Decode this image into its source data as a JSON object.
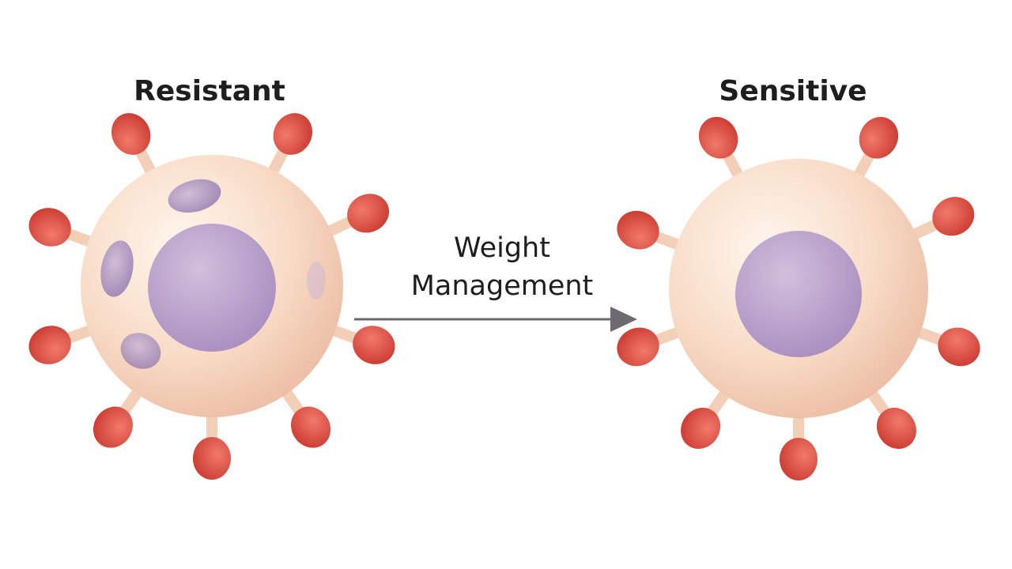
{
  "diagram": {
    "left_cell": {
      "label": "Resistant"
    },
    "right_cell": {
      "label": "Sensitive"
    },
    "arrow": {
      "line1": "Weight",
      "line2": "Management"
    }
  },
  "colors": {
    "cell_body": "#f7d9c3",
    "cell_body_light": "#fdf0e6",
    "nucleus": "#b79ac6",
    "receptor": "#e05548",
    "inclusion": "#a18bbd",
    "arrow": "#6e6b70",
    "text": "#1e1e1e"
  }
}
